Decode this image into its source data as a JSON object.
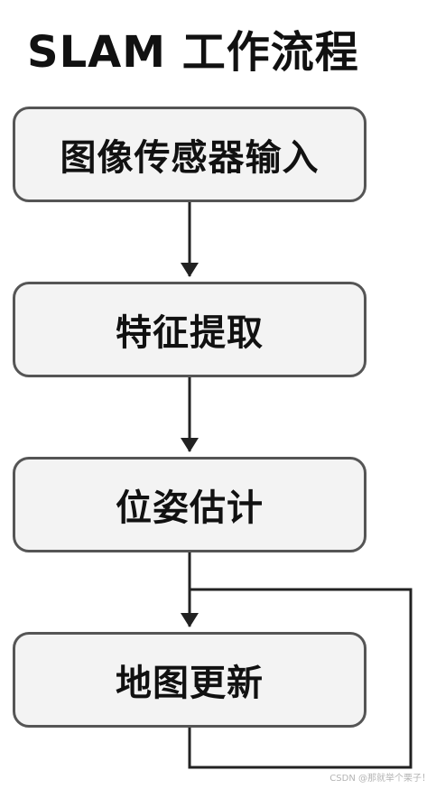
{
  "title": "SLAM 工作流程",
  "steps": [
    {
      "label": "图像传感器输入"
    },
    {
      "label": "特征提取"
    },
    {
      "label": "位姿估计"
    },
    {
      "label": "地图更新"
    }
  ],
  "colors": {
    "box_fill": "#f3f3f3",
    "box_border": "#555555",
    "arrow": "#222222",
    "text": "#111111",
    "watermark": "#b4b4b4"
  },
  "watermark": "CSDN @那就举个栗子！"
}
